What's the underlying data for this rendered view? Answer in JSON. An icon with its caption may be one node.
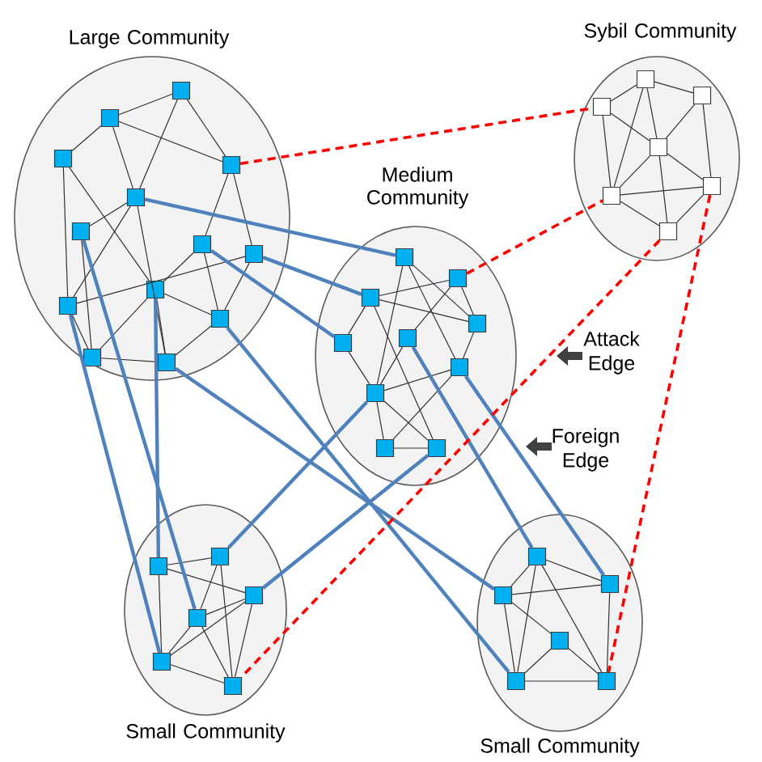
{
  "diagram": {
    "nodes": [
      {
        "text": [
          "Large Community"
        ]
      },
      {
        "text": [],
        "shape": "box",
        "in": 0
      },
      {
        "text": [],
        "shape": "box",
        "in": 0
      },
      {
        "text": [],
        "shape": "box",
        "in": 0
      },
      {
        "text": [],
        "shape": "box",
        "in": 0
      },
      {
        "text": [],
        "shape": "box",
        "in": 0
      },
      {
        "text": [],
        "shape": "box",
        "in": 0
      },
      {
        "text": [],
        "shape": "box",
        "in": 0
      },
      {
        "text": [],
        "shape": "box",
        "in": 0
      },
      {
        "text": [],
        "shape": "box",
        "in": 0
      },
      {
        "text": [],
        "shape": "box",
        "in": 0
      },
      {
        "text": [],
        "shape": "box",
        "in": 0
      },
      {
        "text": [],
        "shape": "box",
        "in": 0
      },
      {
        "text": [],
        "shape": "box",
        "in": 0
      },
      {
        "text": [
          "Medium Community"
        ]
      },
      {
        "text": [],
        "shape": "box",
        "in": 14
      },
      {
        "text": [],
        "shape": "box",
        "in": 14
      },
      {
        "text": [],
        "shape": "box",
        "in": 14
      },
      {
        "text": [],
        "shape": "box",
        "in": 14
      },
      {
        "text": [],
        "shape": "box",
        "in": 14
      },
      {
        "text": [],
        "shape": "box",
        "in": 14
      },
      {
        "text": [],
        "shape": "box",
        "in": 14
      },
      {
        "text": [],
        "shape": "box",
        "in": 14
      },
      {
        "text": [],
        "shape": "box",
        "in": 14
      },
      {
        "text": [],
        "shape": "box",
        "in": 14
      },
      {
        "text": [
          "Sybil Community"
        ]
      },
      {
        "text": [],
        "shape": "box",
        "in": 25
      },
      {
        "text": [],
        "shape": "box",
        "in": 25
      },
      {
        "text": [],
        "shape": "box",
        "in": 25
      },
      {
        "text": [],
        "shape": "box",
        "in": 25
      },
      {
        "text": [],
        "shape": "box",
        "in": 25
      },
      {
        "text": [],
        "shape": "box",
        "in": 25
      },
      {
        "text": [],
        "shape": "box",
        "in": 25
      },
      {
        "text": [
          "Small Community"
        ]
      },
      {
        "text": [],
        "shape": "box",
        "in": 33
      },
      {
        "text": [],
        "shape": "box",
        "in": 33
      },
      {
        "text": [],
        "shape": "box",
        "in": 33
      },
      {
        "text": [],
        "shape": "box",
        "in": 33
      },
      {
        "text": [],
        "shape": "box",
        "in": 33
      },
      {
        "text": [],
        "shape": "box",
        "in": 33
      },
      {
        "text": [
          "Small Community"
        ]
      },
      {
        "text": [],
        "shape": "box",
        "in": 40
      },
      {
        "text": [],
        "shape": "box",
        "in": 40
      },
      {
        "text": [],
        "shape": "box",
        "in": 40
      },
      {
        "text": [],
        "shape": "box",
        "in": 40
      },
      {
        "text": [],
        "shape": "box",
        "in": 40
      },
      {
        "text": [],
        "shape": "box",
        "in": 40
      }
    ],
    "edges": [
      {
        "from": 1,
        "to": 2,
        "arrow": "none"
      },
      {
        "from": 1,
        "to": 4,
        "arrow": "none"
      },
      {
        "from": 1,
        "to": 5,
        "arrow": "none"
      },
      {
        "from": 2,
        "to": 3,
        "arrow": "none"
      },
      {
        "from": 2,
        "to": 4,
        "arrow": "none"
      },
      {
        "from": 2,
        "to": 5,
        "arrow": "none"
      },
      {
        "from": 3,
        "to": 10,
        "arrow": "none"
      },
      {
        "from": 3,
        "to": 9,
        "arrow": "none"
      },
      {
        "from": 5,
        "to": 6,
        "arrow": "none"
      },
      {
        "from": 5,
        "to": 10,
        "arrow": "none"
      },
      {
        "from": 5,
        "to": 13,
        "arrow": "none"
      },
      {
        "from": 4,
        "to": 7,
        "arrow": "none"
      },
      {
        "from": 4,
        "to": 8,
        "arrow": "none"
      },
      {
        "from": 6,
        "to": 12,
        "arrow": "none"
      },
      {
        "from": 7,
        "to": 11,
        "arrow": "none"
      },
      {
        "from": 7,
        "to": 9,
        "arrow": "none"
      },
      {
        "from": 8,
        "to": 11,
        "arrow": "none"
      },
      {
        "from": 8,
        "to": 10,
        "arrow": "none"
      },
      {
        "from": 9,
        "to": 11,
        "arrow": "none"
      },
      {
        "from": 9,
        "to": 13,
        "arrow": "none"
      },
      {
        "from": 9,
        "to": 12,
        "arrow": "none"
      },
      {
        "from": 10,
        "to": 12,
        "arrow": "none"
      },
      {
        "from": 12,
        "to": 13,
        "arrow": "none"
      },
      {
        "from": 11,
        "to": 13,
        "arrow": "none"
      },
      {
        "from": 15,
        "to": 21,
        "arrow": "none"
      },
      {
        "from": 15,
        "to": 22,
        "arrow": "none"
      },
      {
        "from": 15,
        "to": 18,
        "arrow": "none"
      },
      {
        "from": 16,
        "to": 17,
        "arrow": "none"
      },
      {
        "from": 17,
        "to": 18,
        "arrow": "none"
      },
      {
        "from": 17,
        "to": 19,
        "arrow": "none"
      },
      {
        "from": 17,
        "to": 24,
        "arrow": "none"
      },
      {
        "from": 16,
        "to": 20,
        "arrow": "none"
      },
      {
        "from": 19,
        "to": 22,
        "arrow": "none"
      },
      {
        "from": 20,
        "to": 22,
        "arrow": "none"
      },
      {
        "from": 21,
        "to": 22,
        "arrow": "none"
      },
      {
        "from": 21,
        "to": 23,
        "arrow": "none"
      },
      {
        "from": 22,
        "to": 23,
        "arrow": "none"
      },
      {
        "from": 22,
        "to": 24,
        "arrow": "none"
      },
      {
        "from": 18,
        "to": 21,
        "arrow": "none"
      },
      {
        "from": 16,
        "to": 18,
        "arrow": "none"
      },
      {
        "from": 23,
        "to": 24,
        "arrow": "none"
      },
      {
        "from": 26,
        "to": 27,
        "arrow": "none"
      },
      {
        "from": 26,
        "to": 28,
        "arrow": "none"
      },
      {
        "from": 26,
        "to": 29,
        "arrow": "none"
      },
      {
        "from": 26,
        "to": 30,
        "arrow": "none"
      },
      {
        "from": 27,
        "to": 29,
        "arrow": "none"
      },
      {
        "from": 27,
        "to": 30,
        "arrow": "none"
      },
      {
        "from": 28,
        "to": 29,
        "arrow": "none"
      },
      {
        "from": 28,
        "to": 31,
        "arrow": "none"
      },
      {
        "from": 29,
        "to": 30,
        "arrow": "none"
      },
      {
        "from": 29,
        "to": 31,
        "arrow": "none"
      },
      {
        "from": 29,
        "to": 32,
        "arrow": "none"
      },
      {
        "from": 30,
        "to": 31,
        "arrow": "none"
      },
      {
        "from": 30,
        "to": 32,
        "arrow": "none"
      },
      {
        "from": 31,
        "to": 32,
        "arrow": "none"
      },
      {
        "from": 34,
        "to": 35,
        "arrow": "none"
      },
      {
        "from": 34,
        "to": 36,
        "arrow": "none"
      },
      {
        "from": 34,
        "to": 38,
        "arrow": "none"
      },
      {
        "from": 35,
        "to": 37,
        "arrow": "none"
      },
      {
        "from": 35,
        "to": 39,
        "arrow": "none"
      },
      {
        "from": 36,
        "to": 37,
        "arrow": "none"
      },
      {
        "from": 36,
        "to": 38,
        "arrow": "none"
      },
      {
        "from": 36,
        "to": 39,
        "arrow": "none"
      },
      {
        "from": 37,
        "to": 38,
        "arrow": "none"
      },
      {
        "from": 37,
        "to": 39,
        "arrow": "none"
      },
      {
        "from": 38,
        "to": 39,
        "arrow": "none"
      },
      {
        "from": 41,
        "to": 42,
        "arrow": "none"
      },
      {
        "from": 41,
        "to": 43,
        "arrow": "none"
      },
      {
        "from": 41,
        "to": 45,
        "arrow": "none"
      },
      {
        "from": 41,
        "to": 46,
        "arrow": "none"
      },
      {
        "from": 42,
        "to": 43,
        "arrow": "none"
      },
      {
        "from": 42,
        "to": 44,
        "arrow": "none"
      },
      {
        "from": 42,
        "to": 45,
        "arrow": "none"
      },
      {
        "from": 43,
        "to": 46,
        "arrow": "none"
      },
      {
        "from": 44,
        "to": 45,
        "arrow": "none"
      },
      {
        "from": 44,
        "to": 46,
        "arrow": "none"
      },
      {
        "from": 45,
        "to": 46,
        "arrow": "none"
      },
      {
        "from": 5,
        "to": 15,
        "arrow": "none",
        "style": "thick",
        "color": "#4f81bd"
      },
      {
        "from": 8,
        "to": 17,
        "arrow": "none",
        "style": "thick",
        "color": "#4f81bd"
      },
      {
        "from": 7,
        "to": 19,
        "arrow": "none",
        "style": "thick",
        "color": "#4f81bd"
      },
      {
        "from": 10,
        "to": 38,
        "arrow": "none",
        "style": "thick",
        "color": "#4f81bd"
      },
      {
        "from": 6,
        "to": 37,
        "arrow": "none",
        "style": "thick",
        "color": "#4f81bd"
      },
      {
        "from": 9,
        "to": 34,
        "arrow": "none",
        "style": "thick",
        "color": "#4f81bd"
      },
      {
        "from": 11,
        "to": 45,
        "arrow": "none",
        "style": "thick",
        "color": "#4f81bd"
      },
      {
        "from": 13,
        "to": 42,
        "arrow": "none",
        "style": "thick",
        "color": "#4f81bd"
      },
      {
        "from": 22,
        "to": 35,
        "arrow": "none",
        "style": "thick",
        "color": "#4f81bd"
      },
      {
        "from": 24,
        "to": 36,
        "arrow": "none",
        "style": "thick",
        "color": "#4f81bd"
      },
      {
        "from": 20,
        "to": 41,
        "arrow": "none",
        "style": "thick",
        "color": "#4f81bd"
      },
      {
        "from": 21,
        "to": 43,
        "arrow": "none",
        "style": "thick",
        "color": "#4f81bd"
      },
      {
        "from": 4,
        "to": 27,
        "arrow": "none",
        "style": "dashed",
        "color": "#ff0000"
      },
      {
        "from": 16,
        "to": 30,
        "arrow": "none",
        "style": "dashed",
        "color": "#ff0000"
      },
      {
        "from": 32,
        "to": 39,
        "arrow": "none",
        "style": "dashed",
        "color": "#ff0000"
      },
      {
        "from": 31,
        "to": 46,
        "arrow": "none",
        "style": "dashed",
        "color": "#ff0000"
      }
    ],
    "labels": [
      "Attack Edge",
      "Foreign Edge"
    ]
  }
}
